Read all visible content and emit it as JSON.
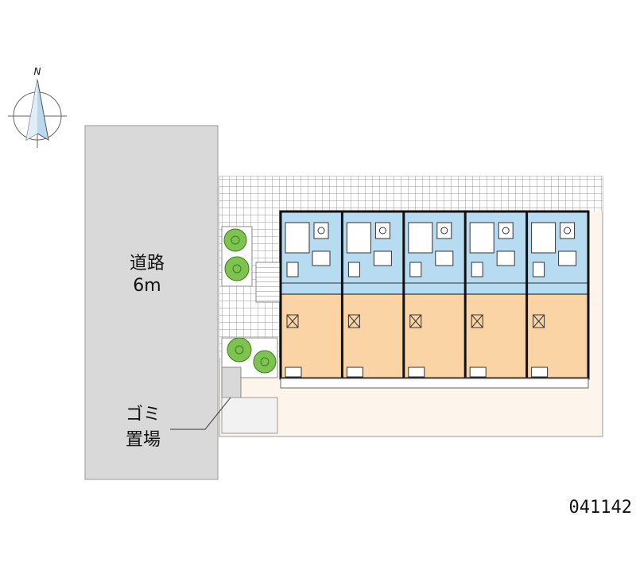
{
  "compass": {
    "north_label": "N"
  },
  "road": {
    "name": "道路",
    "width": "6m"
  },
  "garbage": {
    "line1": "ゴミ",
    "line2": "置場"
  },
  "property_code": "041142",
  "unit_count": 5,
  "colors": {
    "road": "#d9d9d9",
    "site": "#fdf5ec",
    "wet_area": "#b7dcf2",
    "living_room": "#fbd4a6",
    "walls": "#111111",
    "trees": "#7ec34f",
    "hatch": "#8c8c8c",
    "compass": "#b8d9f0"
  },
  "icons": [
    "compass-icon",
    "tree-icon",
    "closet-icon"
  ]
}
